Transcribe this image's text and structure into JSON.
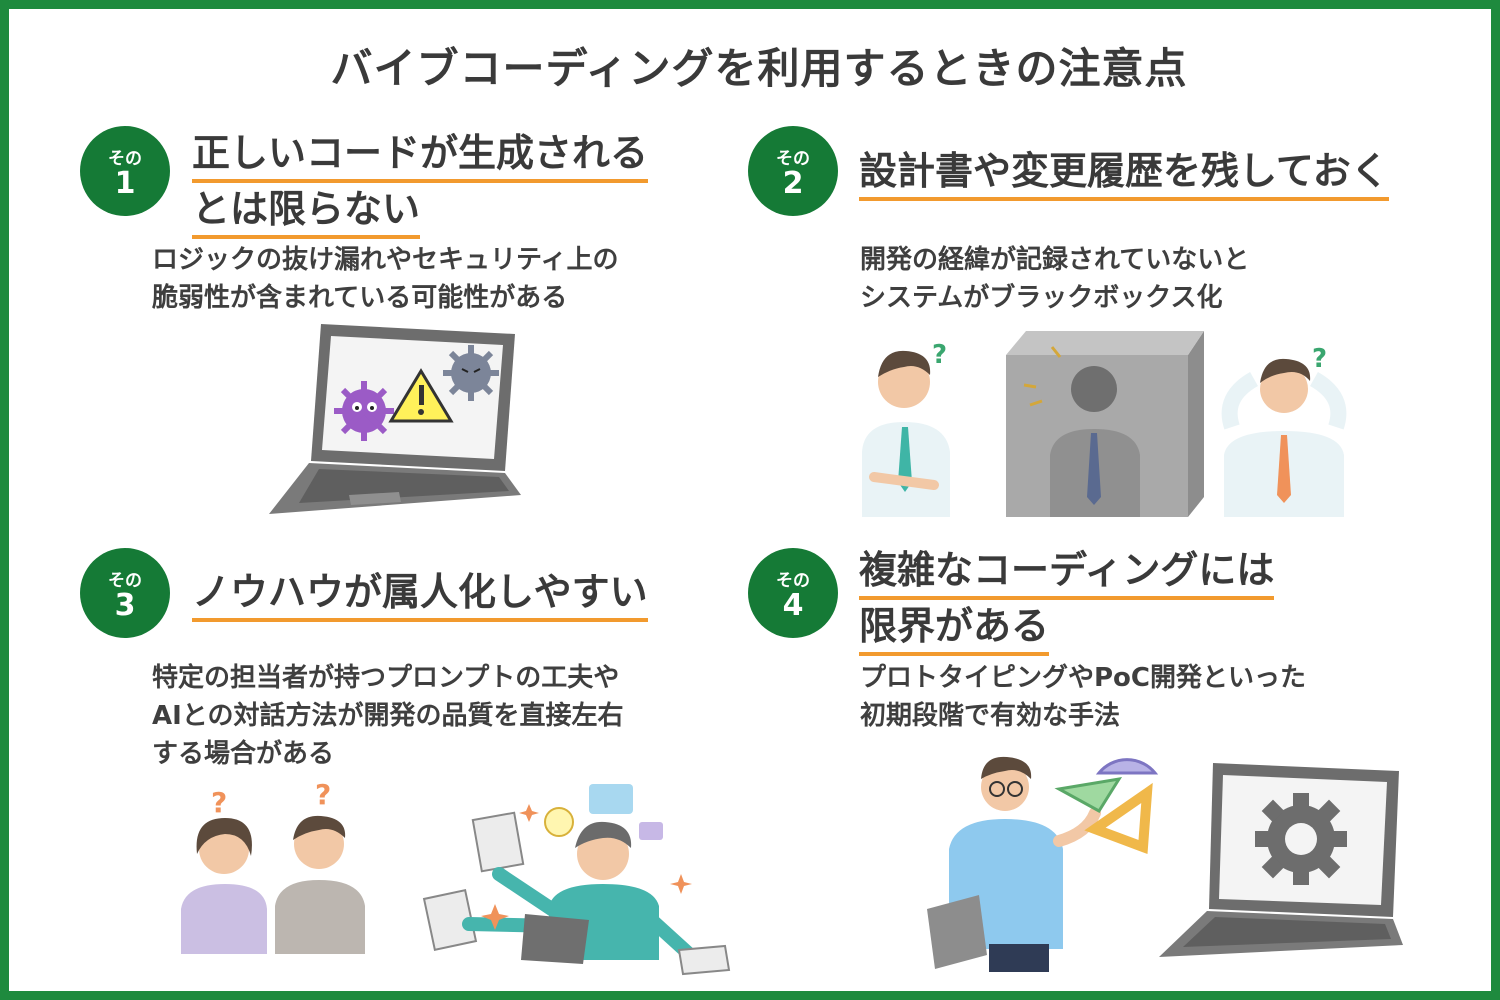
{
  "title": "バイブコーディングを利用するときの注意点",
  "colors": {
    "frame": "#1e8a3e",
    "badge": "#157a36",
    "underline": "#f29a2e"
  },
  "sections": [
    {
      "prefix": "その",
      "number": "1",
      "heading_lines": [
        "正しいコードが生成される",
        "とは限らない"
      ],
      "body_lines": [
        "ロジックの抜け漏れやセキュリティ上の",
        "脆弱性が含まれている可能性がある"
      ]
    },
    {
      "prefix": "その",
      "number": "2",
      "heading_lines": [
        "設計書や変更履歴を残しておく"
      ],
      "body_lines": [
        "開発の経緯が記録されていないと",
        "システムがブラックボックス化"
      ]
    },
    {
      "prefix": "その",
      "number": "3",
      "heading_lines": [
        "ノウハウが属人化しやすい"
      ],
      "body_lines": [
        "特定の担当者が持つプロンプトの工夫や",
        "AIとの対話方法が開発の品質を直接左右",
        "する場合がある"
      ]
    },
    {
      "prefix": "その",
      "number": "4",
      "heading_lines": [
        "複雑なコーディングには",
        "限界がある"
      ],
      "body_lines": [
        "プロトタイピングやPoC開発といった",
        "初期段階で有効な手法"
      ]
    }
  ],
  "illustrations": {
    "s1": [
      "laptop-icon",
      "virus-icon",
      "warning-icon"
    ],
    "s2": [
      "confused-person-icon",
      "black-box-icon",
      "question-mark-icon"
    ],
    "s3": [
      "confused-couple-icon",
      "busy-worker-icon"
    ],
    "s4": [
      "engineer-with-rulers-icon",
      "gear-laptop-icon"
    ]
  }
}
